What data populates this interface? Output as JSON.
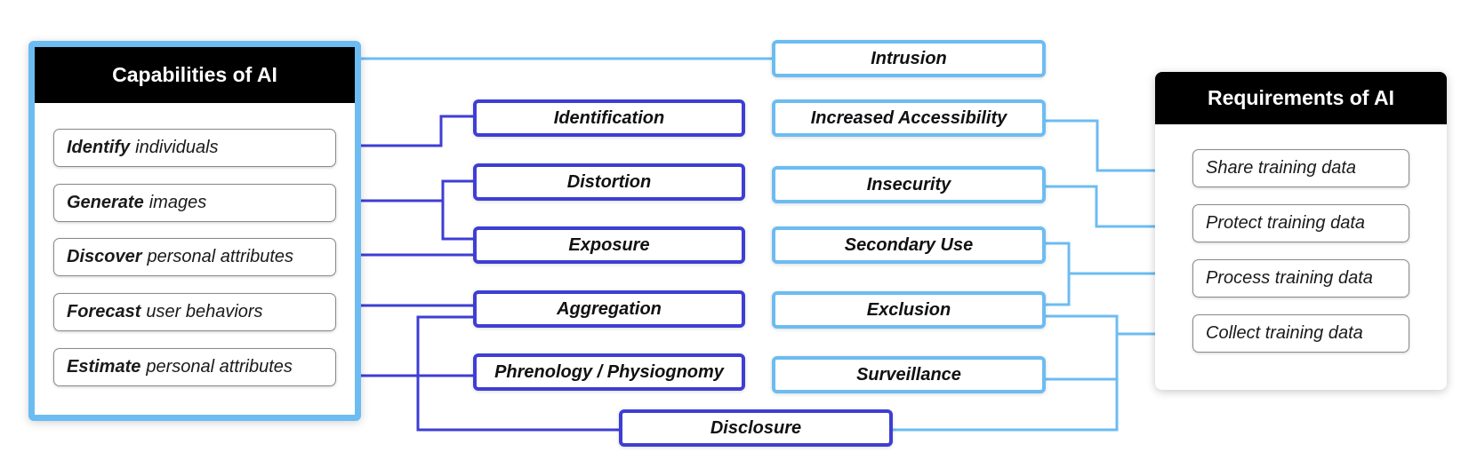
{
  "capabilities_panel": {
    "title": "Capabilities of AI",
    "items": [
      {
        "verb": "Identify",
        "rest": "individuals"
      },
      {
        "verb": "Generate",
        "rest": "images"
      },
      {
        "verb": "Discover",
        "rest": "personal attributes"
      },
      {
        "verb": "Forecast",
        "rest": "user behaviors"
      },
      {
        "verb": "Estimate",
        "rest": "personal attributes"
      }
    ]
  },
  "requirements_panel": {
    "title": "Requirements of AI",
    "items": [
      "Share training data",
      "Protect training data",
      "Process training data",
      "Collect training data"
    ]
  },
  "harms": {
    "intrusion": "Intrusion",
    "identification": "Identification",
    "increased_accessibility": "Increased Accessibility",
    "distortion": "Distortion",
    "insecurity": "Insecurity",
    "exposure": "Exposure",
    "secondary_use": "Secondary Use",
    "aggregation": "Aggregation",
    "exclusion": "Exclusion",
    "phrenology": "Phrenology / Physiognomy",
    "surveillance": "Surveillance",
    "disclosure": "Disclosure"
  },
  "colors": {
    "capability_links": "#3e3ed4",
    "requirement_links": "#6cbcf2",
    "header_bg": "#000000"
  }
}
